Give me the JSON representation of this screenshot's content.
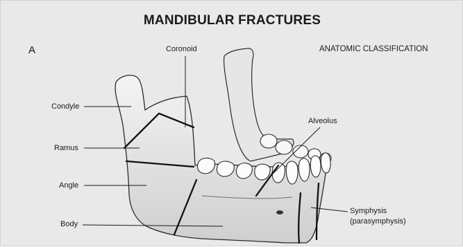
{
  "figure": {
    "title": "MANDIBULAR FRACTURES",
    "panel": "A",
    "subtitle": "ANATOMIC CLASSIFICATION"
  },
  "labels": {
    "coronoid": "Coronoid",
    "condyle": "Condyle",
    "ramus": "Ramus",
    "angle": "Angle",
    "body": "Body",
    "alveolus": "Alveolus",
    "symphysis": "Symphysis",
    "parasymphysis": "(parasymphysis)"
  }
}
